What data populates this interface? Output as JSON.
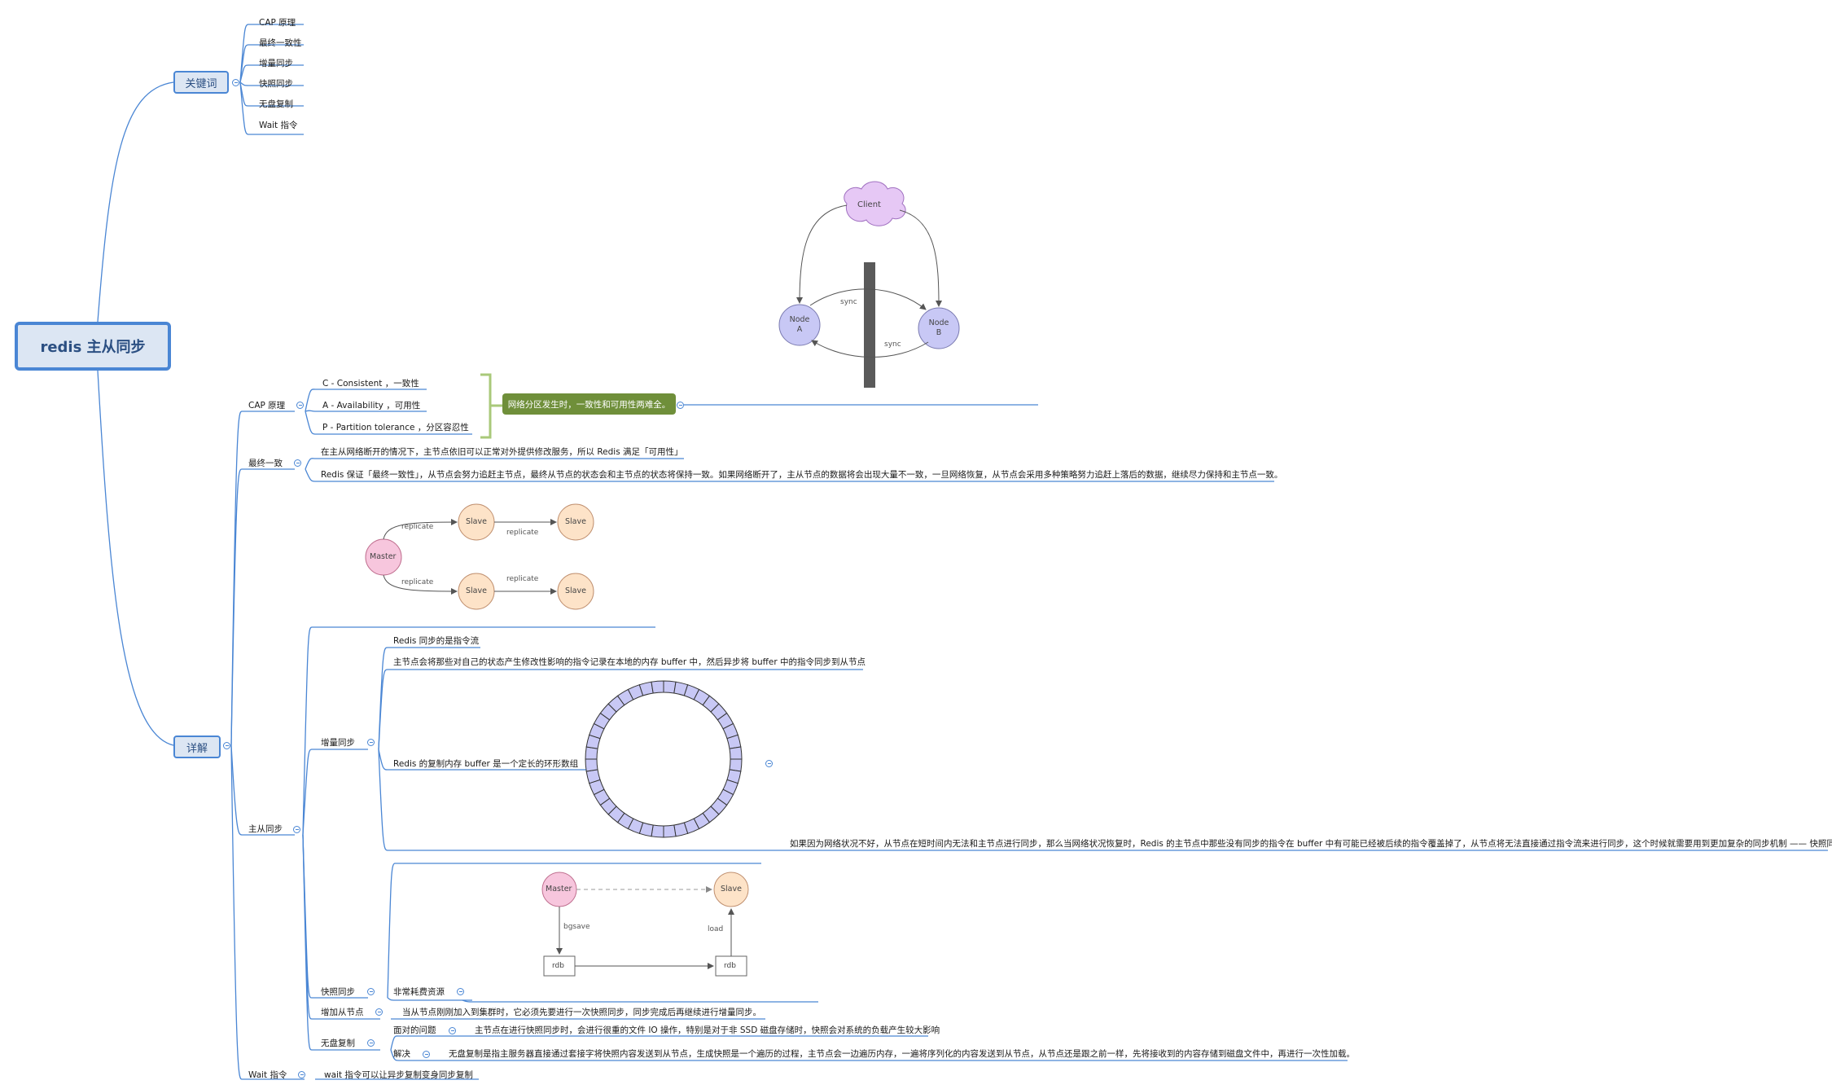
{
  "root": "redis 主从同步",
  "branches": {
    "keywords": "关键词",
    "details": "详解"
  },
  "keywords": [
    "CAP 原理",
    "最终一致性",
    "增量同步",
    "快照同步",
    "无盘复制",
    "Wait 指令"
  ],
  "details": {
    "cap": {
      "label": "CAP 原理",
      "items": [
        "C - Consistent ，一致性",
        "A - Availability ，可用性",
        "P - Partition tolerance ，分区容忍性"
      ],
      "summary": "网络分区发生时，一致性和可用性两难全。"
    },
    "eventual": {
      "label": "最终一致",
      "items": [
        "在主从网络断开的情况下，主节点依旧可以正常对外提供修改服务，所以 Redis 满足「可用性」",
        "Redis 保证「最终一致性」，从节点会努力追赶主节点，最终从节点的状态会和主节点的状态将保持一致。如果网络断开了，主从节点的数据将会出现大量不一致，一旦网络恢复，从节点会采用多种策略努力追赶上落后的数据，继续尽力保持和主节点一致。"
      ]
    },
    "sync": {
      "label": "主从同步",
      "incremental": {
        "label": "增量同步",
        "items": [
          "Redis 同步的是指令流",
          "主节点会将那些对自己的状态产生修改性影响的指令记录在本地的内存 buffer 中，然后异步将 buffer 中的指令同步到从节点",
          "Redis 的复制内存 buffer 是一个定长的环形数组",
          "如果因为网络状况不好，从节点在短时间内无法和主节点进行同步，那么当网络状况恢复时，Redis 的主节点中那些没有同步的指令在 buffer 中有可能已经被后续的指令覆盖掉了，从节点将无法直接通过指令流来进行同步，这个时候就需要用到更加复杂的同步机制 —— 快照同步"
        ]
      },
      "snapshot": {
        "label": "快照同步",
        "text": "非常耗费资源"
      },
      "addSlave": {
        "label": "增加从节点",
        "text": "当从节点刚刚加入到集群时，它必须先要进行一次快照同步，同步完成后再继续进行增量同步。"
      },
      "diskless": {
        "label": "无盘复制",
        "problem": "面对的问题",
        "problemText": "主节点在进行快照同步时，会进行很重的文件 IO 操作，特别是对于非 SSD 磁盘存储时，快照会对系统的负载产生较大影响",
        "solution": "解决",
        "solutionText": "无盘复制是指主服务器直接通过套接字将快照内容发送到从节点，生成快照是一个遍历的过程，主节点会一边遍历内存，一遍将序列化的内容发送到从节点，从节点还是跟之前一样，先将接收到的内容存储到磁盘文件中，再进行一次性加载。"
      }
    },
    "wait": {
      "label": "Wait 指令",
      "text": "wait 指令可以让异步复制变身同步复制"
    }
  },
  "diagrams": {
    "cap": {
      "client": "Client",
      "nodeA": [
        "Node",
        "A"
      ],
      "nodeB": [
        "Node",
        "B"
      ],
      "sync": "sync"
    },
    "replication": {
      "master": "Master",
      "slave": "Slave",
      "replicate": "replicate"
    },
    "snapshot": {
      "master": "Master",
      "slave": "Slave",
      "rdb": "rdb",
      "bgsave": "bgsave",
      "load": "load"
    }
  },
  "colors": {
    "line": "#4a86d4",
    "bracket": "#a9c97a",
    "note": "#6f8f3a",
    "node": "#c8c8f5",
    "client": "#e6c8f5",
    "master": "#f7c6dd",
    "slave": "#fde3c8"
  }
}
